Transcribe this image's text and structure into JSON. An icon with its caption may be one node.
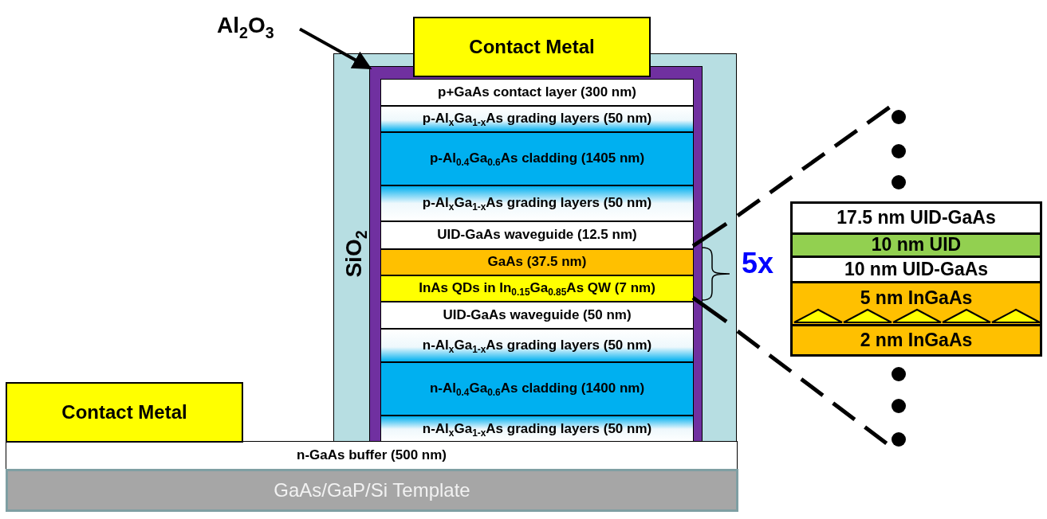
{
  "diagram": {
    "nodes": [
      {
        "text": [
          "Al$_{2}$O$_{3}$"
        ]
      },
      {
        "text": [
          "Contact Metal"
        ]
      },
      {
        "text": [
          "SiO$_{2}$"
        ]
      },
      {
        "text": [],
        "shape": "box",
        "in": 2
      },
      {
        "text": [
          "p+GaAs contact layer (300 nm)"
        ],
        "in": 3
      },
      {
        "text": [
          "p-Al$_{x}$Ga$_{1-x}$As grading layers (50 nm)"
        ],
        "in": 3
      },
      {
        "text": [
          "p-Al$_{0.4}$Ga$_{0.6}$As cladding (1405 nm)"
        ],
        "in": 3
      },
      {
        "text": [
          "p-Al$_{x}$Ga$_{1-x}$As grading layers (50 nm)"
        ],
        "in": 3
      },
      {
        "text": [
          "UID-GaAs waveguide (12.5 nm)"
        ],
        "in": 3
      },
      {
        "text": [
          "GaAs (37.5 nm)"
        ],
        "in": 3
      },
      {
        "text": [
          "InAs QDs in In$_{0.15}$Ga$_{0.85}$As QW (7 nm)"
        ],
        "in": 3
      },
      {
        "text": [
          "UID-GaAs waveguide (50 nm)"
        ],
        "in": 3
      },
      {
        "text": [
          "n-Al$_{x}$Ga$_{1-x}$As grading layers (50 nm)"
        ],
        "in": 3
      },
      {
        "text": [
          "n-Al$_{0.4}$Ga$_{0.6}$As cladding (1400 nm)"
        ],
        "in": 3
      },
      {
        "text": [
          "n-Al$_{x}$Ga$_{1-x}$As grading layers (50 nm)"
        ],
        "in": 3
      },
      {
        "text": [
          "Contact Metal"
        ]
      },
      {
        "text": [
          "n-GaAs buffer (500 nm)"
        ]
      },
      {
        "text": [
          "GaAs/GaP/Si Template"
        ]
      },
      {
        "text": [
          "17.5 nm UID-GaAs"
        ]
      },
      {
        "text": [
          "10 nm UID"
        ]
      },
      {
        "text": [
          "10 nm UID-GaAs"
        ]
      },
      {
        "text": [
          "5 nm InGaAs"
        ]
      },
      {
        "text": [
          "2 nm InGaAs"
        ]
      }
    ],
    "edges": [
      {
        "from": 0,
        "to": 3,
        "arrow": "to"
      }
    ],
    "labels": [
      "5x"
    ]
  }
}
